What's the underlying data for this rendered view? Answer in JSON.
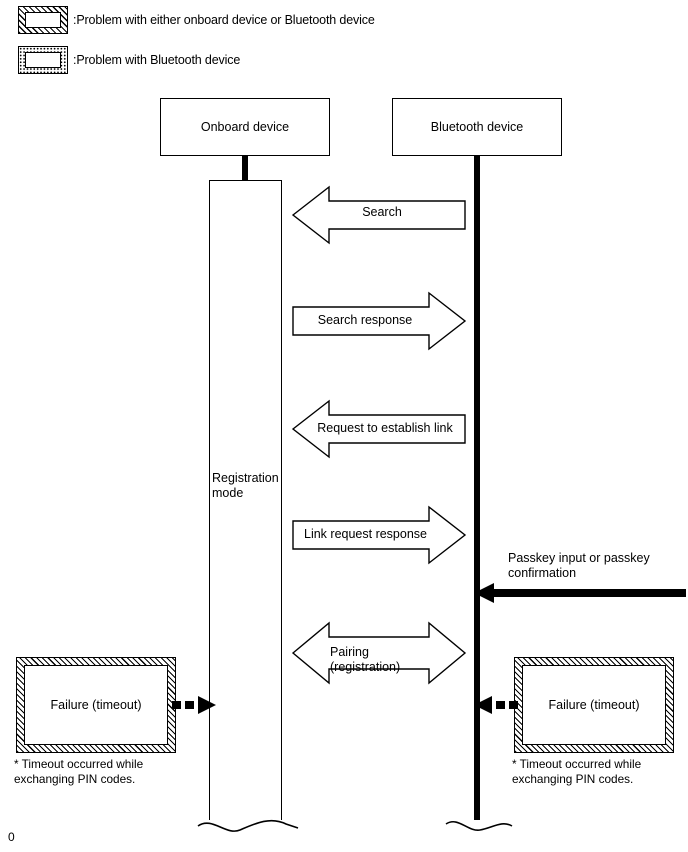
{
  "legend": {
    "items": [
      {
        "swatch": "hatched-border-box",
        "text": ":Problem with either onboard device or Bluetooth device"
      },
      {
        "swatch": "dotted-border-box",
        "text": ":Problem with Bluetooth device"
      }
    ]
  },
  "lifelines": {
    "onboard": {
      "title": "Onboard device",
      "state_label": "Registration\nmode"
    },
    "bluetooth": {
      "title": "Bluetooth device"
    }
  },
  "messages": [
    {
      "id": "search",
      "label": "Search",
      "direction": "left"
    },
    {
      "id": "search-response",
      "label": "Search response",
      "direction": "right"
    },
    {
      "id": "request-to-establish-link",
      "label": "Request to establish link",
      "direction": "left"
    },
    {
      "id": "link-request-response",
      "label": "Link request response",
      "direction": "right"
    },
    {
      "id": "pairing",
      "label": "Pairing\n(registration)",
      "direction": "both"
    }
  ],
  "passkey": {
    "label": "Passkey input or passkey\nconfirmation"
  },
  "failures": [
    {
      "id": "onboard-failure",
      "label": "Failure (timeout)",
      "note": "* Timeout occurred while\nexchanging PIN codes."
    },
    {
      "id": "bluetooth-failure",
      "label": "Failure (timeout)",
      "note": "* Timeout occurred while\nexchanging PIN codes."
    }
  ],
  "page_number": "0",
  "colors": {
    "ink": "#000000",
    "paper": "#ffffff"
  }
}
